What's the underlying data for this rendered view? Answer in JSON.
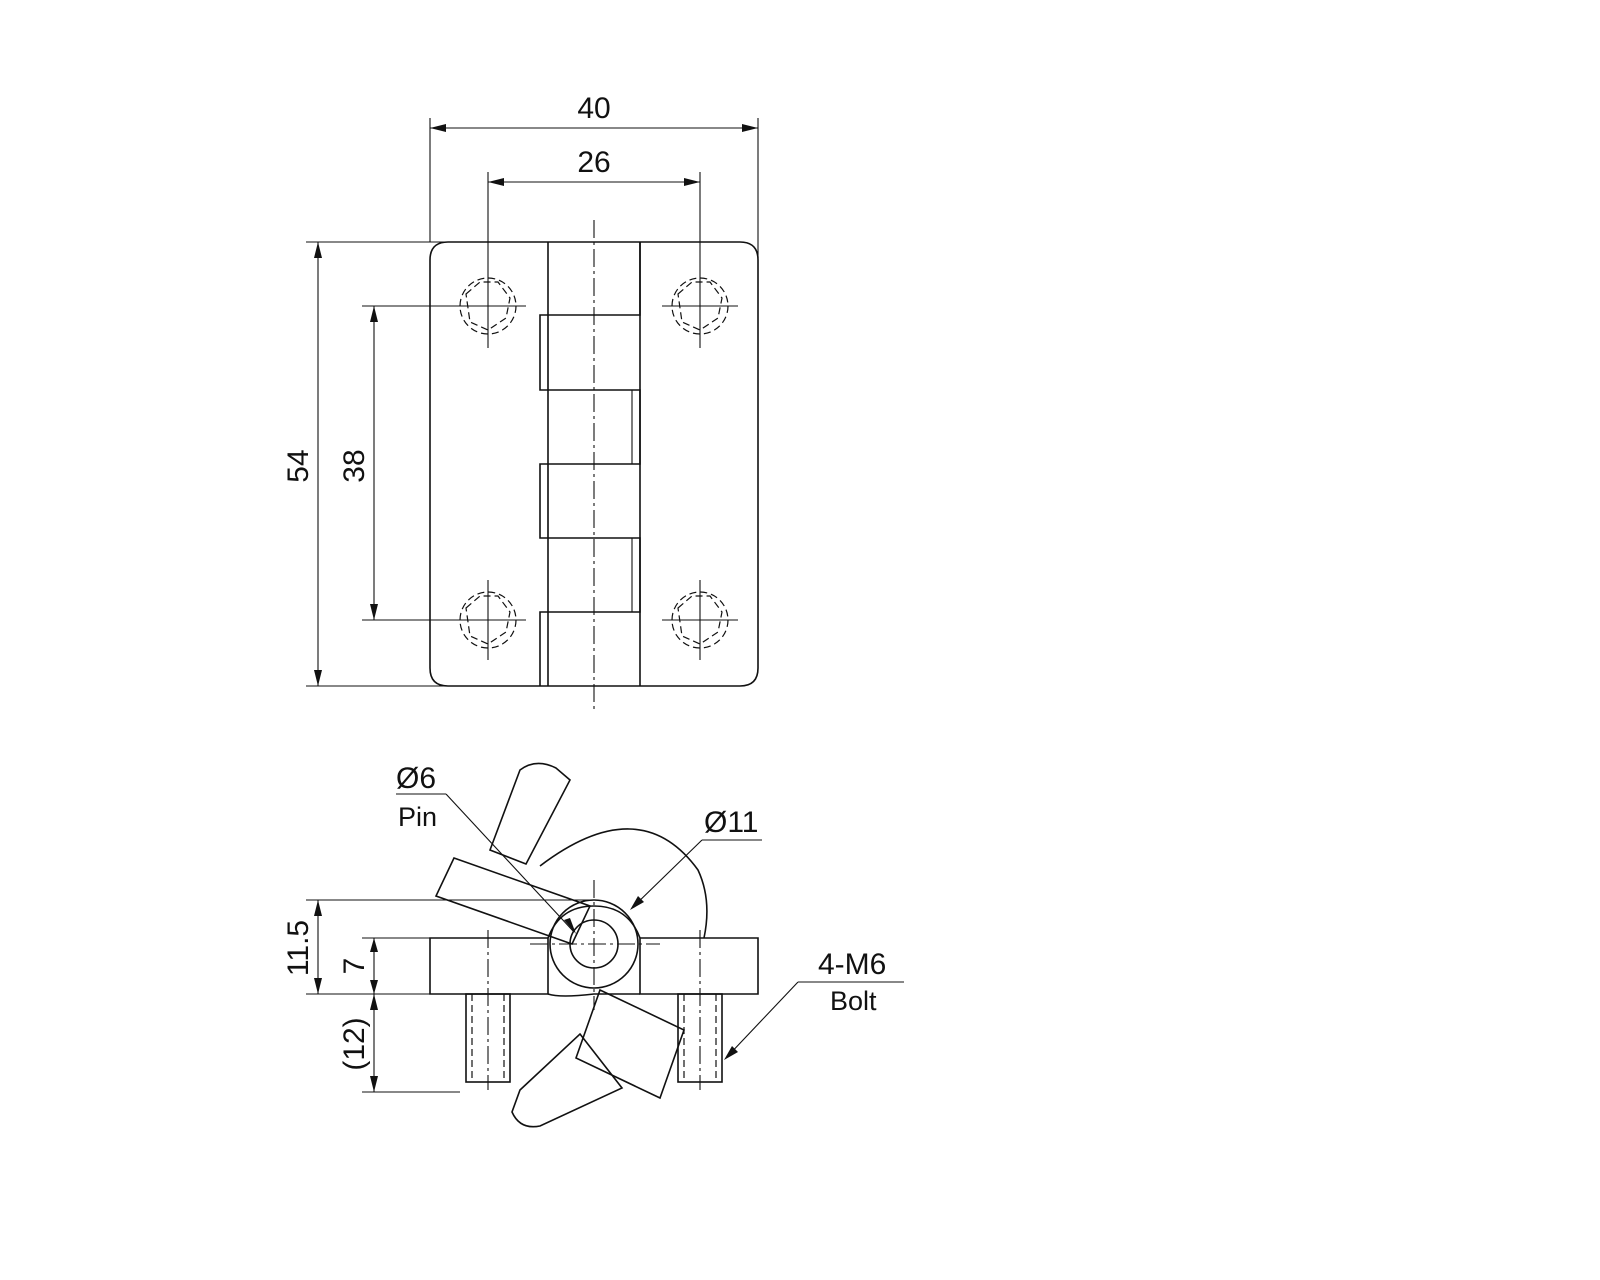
{
  "dimensions": {
    "overall_width": "40",
    "hole_spacing_horizontal": "26",
    "overall_height": "54",
    "hole_spacing_vertical": "38",
    "pin_diameter": "Ø6",
    "pin_label": "Pin",
    "knuckle_diameter": "Ø11",
    "height_to_axis": "11.5",
    "leaf_thickness": "7",
    "bolt_length": "(12)",
    "bolt_spec": "4-M6",
    "bolt_label": "Bolt"
  }
}
